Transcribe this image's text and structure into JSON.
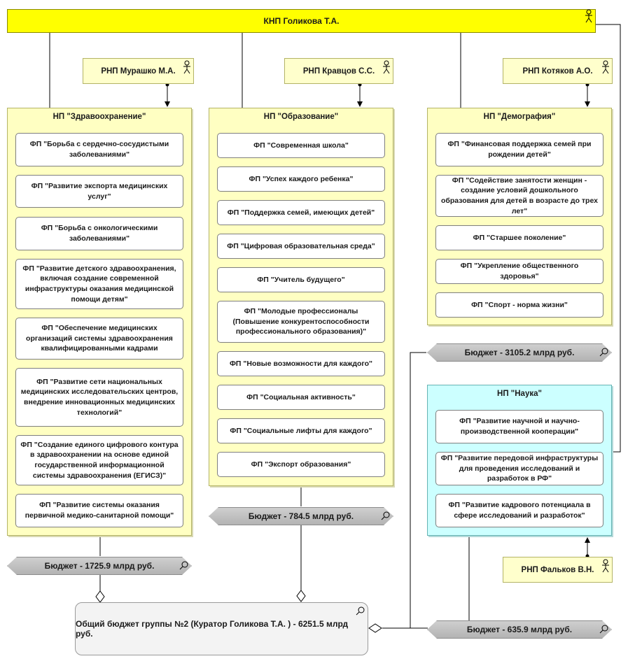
{
  "curator": "КНП Голикова Т.А.",
  "roles": {
    "murashko": "РНП Мурашко М.А.",
    "kravtsov": "РНП Кравцов С.С.",
    "kotyakov": "РНП Котяков А.О.",
    "falkov": "РНП Фальков В.Н."
  },
  "projects": {
    "health": {
      "title": "НП \"Здравоохранение\"",
      "items": [
        "ФП \"Борьба с сердечно-сосудистыми заболеваниями\"",
        "ФП \"Развитие экспорта медицинских услуг\"",
        "ФП \"Борьба с онкологическими заболеваниями\"",
        "ФП \"Развитие детского здравоохранения, включая создание современной инфраструктуры оказания медицинской помощи детям\"",
        "ФП \"Обеспечение медицинских организаций системы здравоохранения квалифицированными кадрами",
        "ФП \"Развитие сети национальных медицинских исследовательских центров, внедрение инновационных медицинских технологий\"",
        "ФП \"Создание единого цифрового контура в здравоохранении на основе единой государственной информационной системы здравоохранения (ЕГИСЗ)\"",
        "ФП \"Развитие системы оказания первичной медико-санитарной помощи\""
      ],
      "budget": "Бюджет - 1725.9 млрд руб."
    },
    "education": {
      "title": "НП \"Образование\"",
      "items": [
        "ФП \"Современная школа\"",
        "ФП \"Успех каждого ребенка\"",
        "ФП \"Поддержка семей, имеющих детей\"",
        "ФП \"Цифровая образовательная среда\"",
        "ФП \"Учитель будущего\"",
        "ФП \"Молодые профессионалы (Повышение конкурентоспособности профессионального образования)\"",
        "ФП \"Новые возможности для каждого\"",
        "ФП \"Социальная активность\"",
        "ФП \"Социальные лифты для каждого\"",
        "ФП \"Экспорт образования\""
      ],
      "budget": "Бюджет - 784.5 млрд руб."
    },
    "demography": {
      "title": "НП \"Демография\"",
      "items": [
        "ФП \"Финансовая поддержка семей при рождении детей\"",
        "ФП \"Содействие занятости женщин - создание условий дошкольного образования для детей в возрасте до трех лет\"",
        "ФП \"Старшее поколение\"",
        "ФП \"Укрепление общественного здоровья\"",
        "ФП \"Спорт - норма жизни\""
      ],
      "budget": "Бюджет - 3105.2  млрд руб."
    },
    "science": {
      "title": "НП \"Наука\"",
      "items": [
        "ФП \"Развитие научной и научно-производственной кооперации\"",
        "ФП \"Развитие передовой инфраструктуры для проведения исследований и разработок в РФ\"",
        "ФП \"Развитие кадрового потенциала в сфере исследований и разработок\""
      ],
      "budget": "Бюджет - 635.9 млрд руб."
    }
  },
  "total_budget": "Общий бюджет группы №2 (Куратор Голикова Т.А. ) - 6251.5 млрд руб.",
  "colors": {
    "curator": "#ffff00",
    "role": "#ffffcc",
    "project": "#ffffc2",
    "science": "#ccffff",
    "budget": "#bfbfbf",
    "total": "#f3f3f3"
  }
}
